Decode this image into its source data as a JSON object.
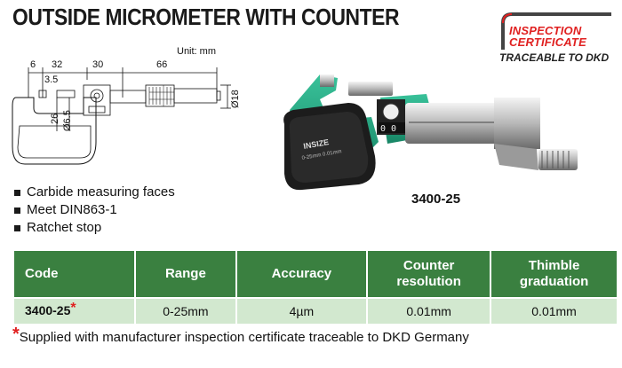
{
  "title": "OUTSIDE MICROMETER WITH COUNTER",
  "certificate": {
    "line1": "INSPECTION",
    "line2": "CERTIFICATE",
    "line3": "TRACEABLE TO DKD",
    "color": "#e02020"
  },
  "drawing": {
    "unit": "Unit: mm",
    "dims": [
      "6",
      "32",
      "30",
      "66",
      "3.5",
      "26",
      "Ø6.5",
      "Ø18"
    ]
  },
  "product": {
    "model": "3400-25",
    "brand": "INSIZE",
    "range_marking": "0-25mm 0.01mm"
  },
  "features": [
    "Carbide measuring faces",
    "Meet DIN863-1",
    "Ratchet stop"
  ],
  "table": {
    "headers": [
      [
        "Code"
      ],
      [
        "Range"
      ],
      [
        "Accuracy"
      ],
      [
        "Counter",
        "resolution"
      ],
      [
        "Thimble",
        "graduation"
      ]
    ],
    "rows": [
      {
        "code": "3400-25",
        "star": "*",
        "range": "0-25mm",
        "accuracy": "4µm",
        "counter": "0.01mm",
        "thimble": "0.01mm"
      }
    ],
    "header_color": "#3a8040",
    "row_color": "#d2e8cf"
  },
  "footnote": {
    "star": "*",
    "text": "Supplied with manufacturer inspection certificate traceable to DKD Germany"
  }
}
